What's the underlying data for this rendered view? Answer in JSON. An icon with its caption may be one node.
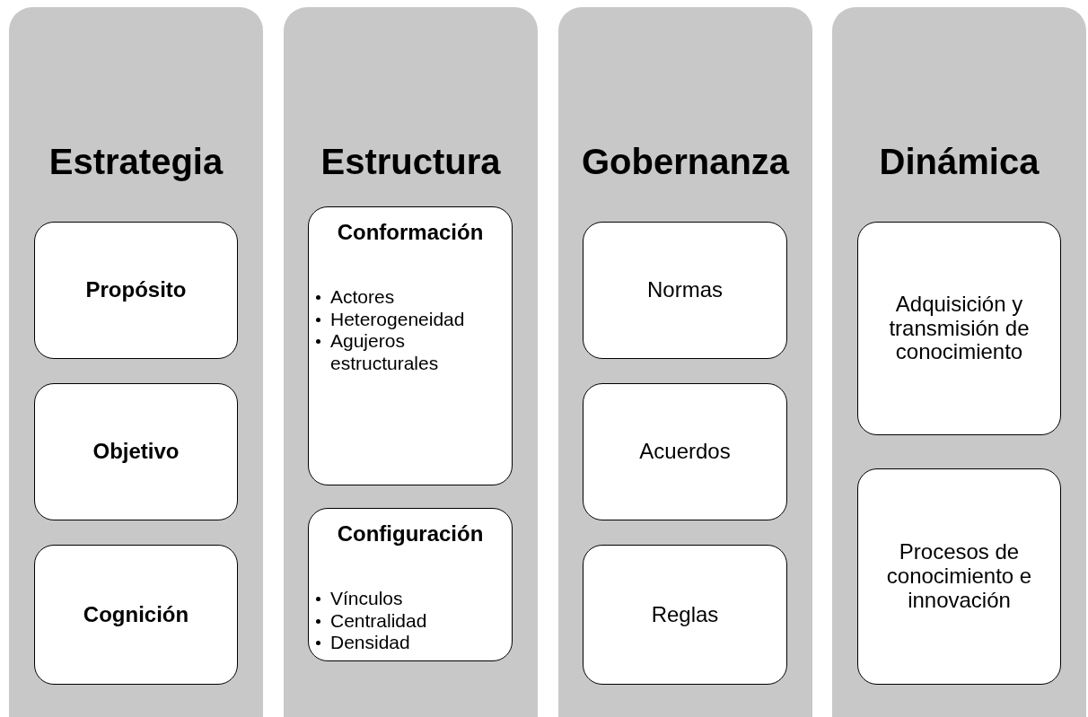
{
  "diagram": {
    "nodes": [
      {
        "text": [
          "Estrategia"
        ]
      },
      {
        "text": [
          "Propósito"
        ],
        "in": 0
      },
      {
        "text": [
          "Objetivo"
        ],
        "in": 0
      },
      {
        "text": [
          "Cognición"
        ],
        "in": 0
      },
      {
        "text": [
          "Estructura"
        ]
      },
      {
        "text": [
          "Conformación",
          "Actores",
          "Heterogeneidad",
          "Agujeros estructurales"
        ],
        "in": 4
      },
      {
        "text": [
          "Configuración",
          "Vínculos",
          "Centralidad",
          "Densidad"
        ],
        "in": 4
      },
      {
        "text": [
          "Gobernanza"
        ]
      },
      {
        "text": [
          "Normas"
        ],
        "in": 7
      },
      {
        "text": [
          "Acuerdos"
        ],
        "in": 7
      },
      {
        "text": [
          "Reglas"
        ],
        "in": 7
      },
      {
        "text": [
          "Dinámica"
        ]
      },
      {
        "text": [
          "Adquisición y transmisión de conocimiento"
        ],
        "in": 11
      },
      {
        "text": [
          "Procesos de conocimiento e innovación"
        ],
        "in": 11
      }
    ],
    "edges": []
  }
}
